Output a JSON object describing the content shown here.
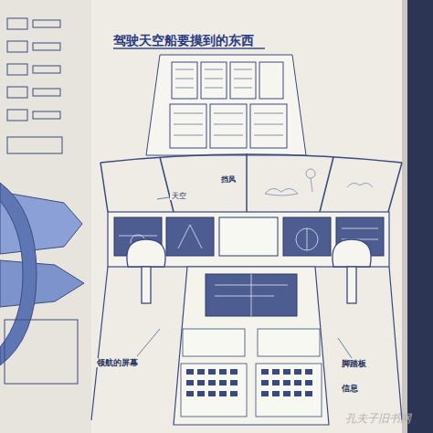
{
  "diagram": {
    "title": "驾驶天空船要摸到的东西",
    "labels": [
      "天空",
      "挡风",
      "领航的屏幕",
      "脚踏板",
      "信息",
      "孔夫子旧书网"
    ]
  }
}
